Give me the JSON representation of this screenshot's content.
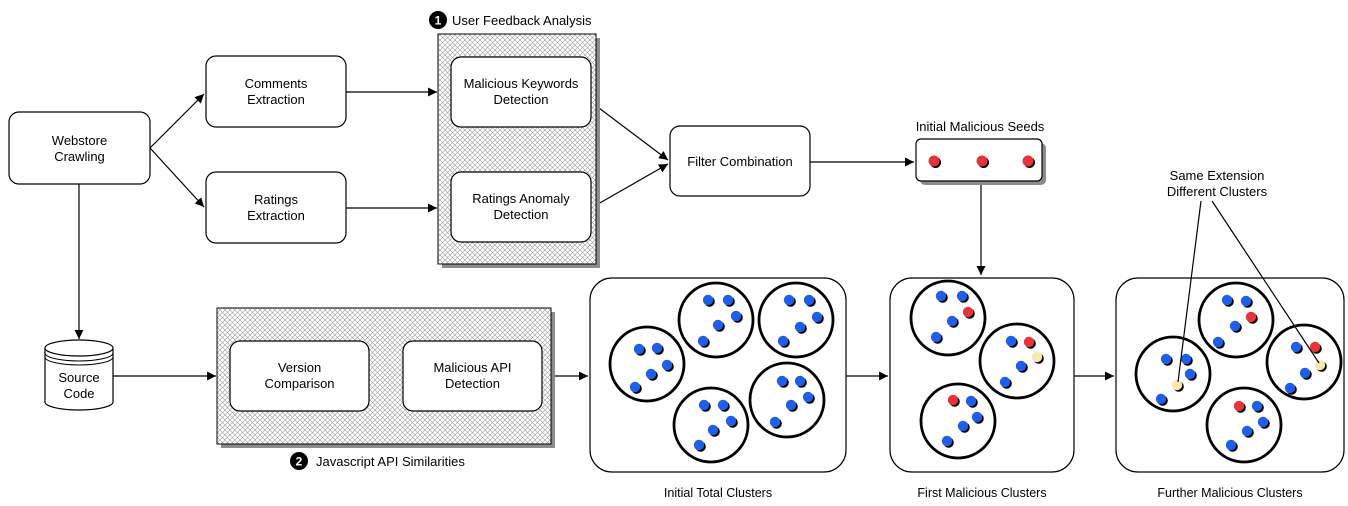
{
  "nodes": {
    "webstore": [
      "Webstore",
      "Crawling"
    ],
    "comments": [
      "Comments",
      "Extraction"
    ],
    "ratings": [
      "Ratings",
      "Extraction"
    ],
    "keywords": [
      "Malicious Keywords",
      "Detection"
    ],
    "anomaly": [
      "Ratings Anomaly",
      "Detection"
    ],
    "filter": [
      "Filter Combination"
    ],
    "source": [
      "Source",
      "Code"
    ],
    "version": [
      "Version",
      "Comparison"
    ],
    "api": [
      "Malicious API",
      "Detection"
    ]
  },
  "groups": {
    "feedback": {
      "number": "1",
      "title": "User Feedback Analysis"
    },
    "javascript": {
      "number": "2",
      "title": "Javascript API Similarities"
    }
  },
  "labels": {
    "seeds": "Initial Malicious Seeds",
    "same_extension": [
      "Same Extension",
      "Different Clusters"
    ]
  },
  "panels": {
    "initial": "Initial Total Clusters",
    "first": "First Malicious Clusters",
    "further": "Further Malicious Clusters"
  },
  "colors": {
    "benign_dot": "#1f5ee6",
    "malicious_dot": "#e8323c",
    "same_extension_dot": "#f7e9b0",
    "hatch": "#9a9a9a"
  }
}
